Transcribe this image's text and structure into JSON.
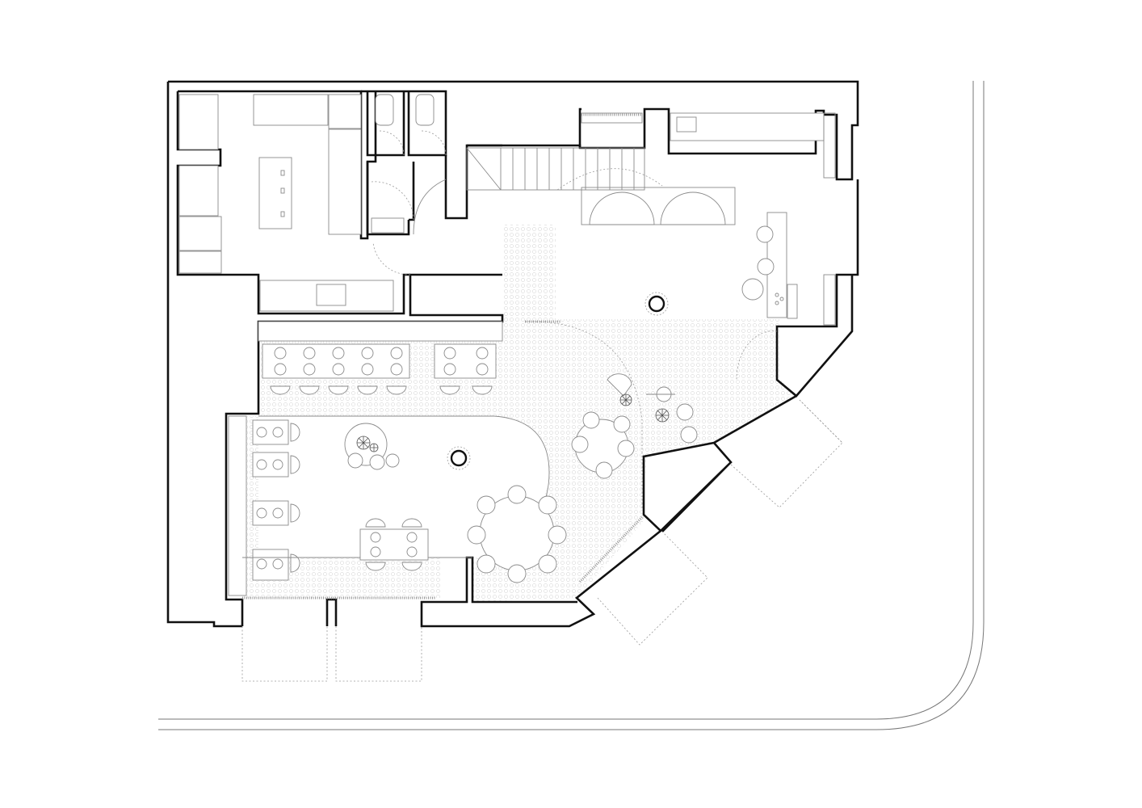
{
  "drawing": {
    "kind": "architectural floor plan",
    "colors": {
      "background": "#ffffff",
      "wall": "#111111",
      "furniture_line": "#8a8a8a",
      "floor_pattern": "#cfcfcf",
      "street_line": "#777777"
    },
    "elements": {
      "kitchen": "kitchen-area",
      "restrooms": "restroom-stalls",
      "staircase": "staircase",
      "bar": "bar-counter",
      "dining": "dining-area",
      "terrace": "terrace-outline",
      "street": "street-curb"
    },
    "counts": {
      "round_tables": 3,
      "wall_tables": 4,
      "banquette_seats": 15,
      "plants": 5,
      "columns": 2,
      "terrace_panels": 5
    }
  }
}
